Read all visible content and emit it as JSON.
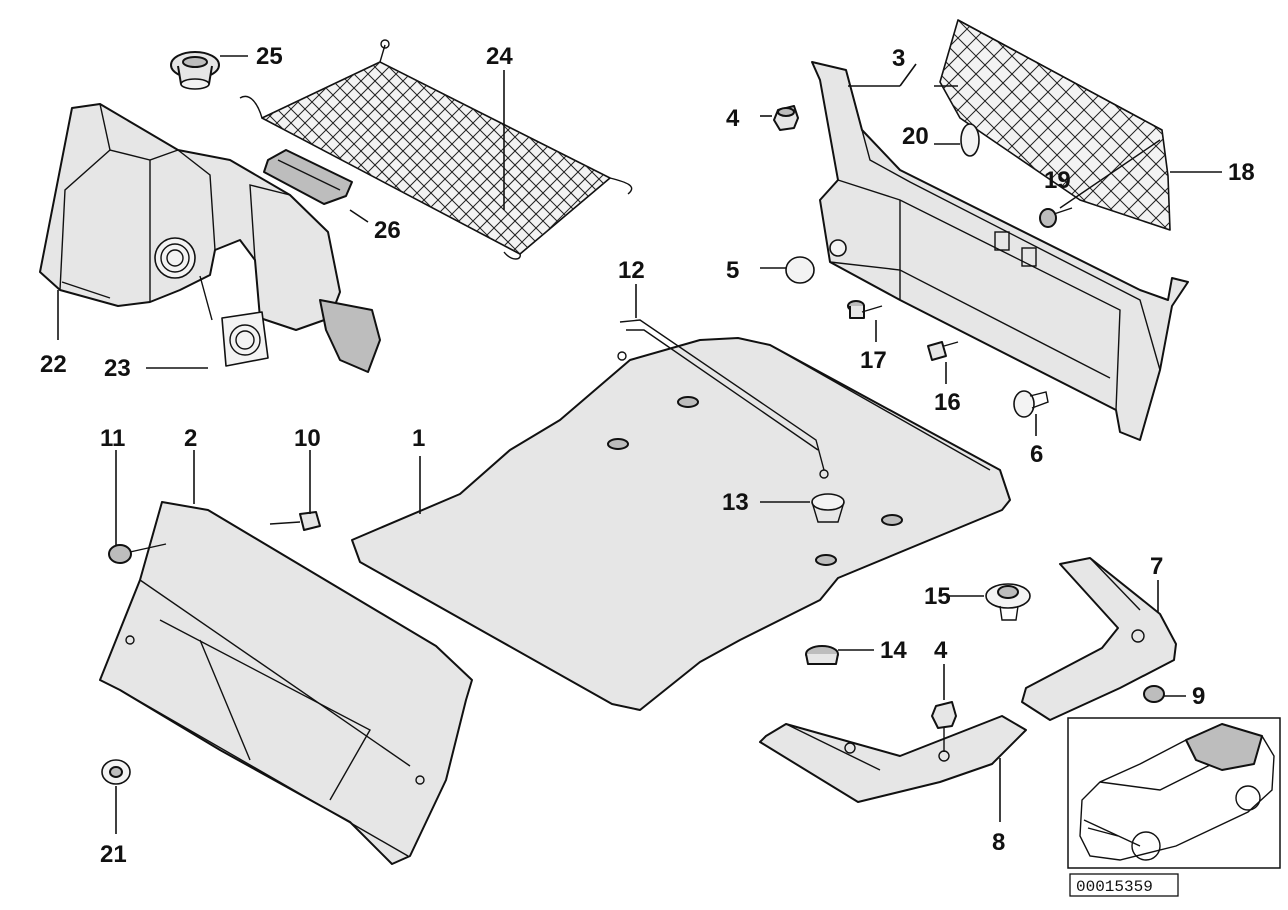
{
  "diagram": {
    "callouts": {
      "c1": "1",
      "c2": "2",
      "c3": "3",
      "c4a": "4",
      "c4b": "4",
      "c5": "5",
      "c6": "6",
      "c7": "7",
      "c8": "8",
      "c9": "9",
      "c10": "10",
      "c11": "11",
      "c12": "12",
      "c13": "13",
      "c14": "14",
      "c15": "15",
      "c16": "16",
      "c17": "17",
      "c18": "18",
      "c19": "19",
      "c20": "20",
      "c21": "21",
      "c22": "22",
      "c23": "23",
      "c24": "24",
      "c25": "25",
      "c26": "26"
    },
    "reference_number": "00015359"
  }
}
